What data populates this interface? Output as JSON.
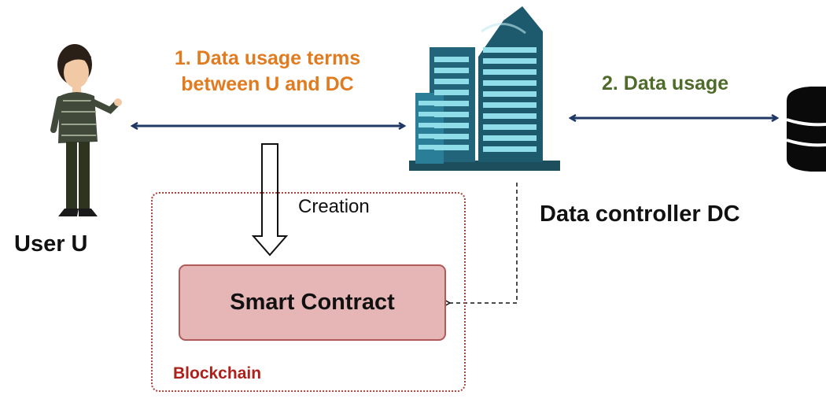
{
  "labels": {
    "terms": "1. Data usage terms between U and DC",
    "usage": "2. Data usage",
    "user": "User U",
    "controller": "Data controller DC",
    "creation": "Creation",
    "contract": "Smart Contract",
    "blockchain": "Blockchain"
  },
  "colors": {
    "terms": "#e07b20",
    "usage": "#4e6b2a",
    "arrows": "#1f3864",
    "blockchain": "#b0201a",
    "contract_fill": "#e6b6b6",
    "contract_border": "#b05a5a",
    "building": "#2a95b3"
  },
  "icons": {
    "user": "user-figure-icon",
    "building": "office-building-icon",
    "database": "database-icon"
  }
}
